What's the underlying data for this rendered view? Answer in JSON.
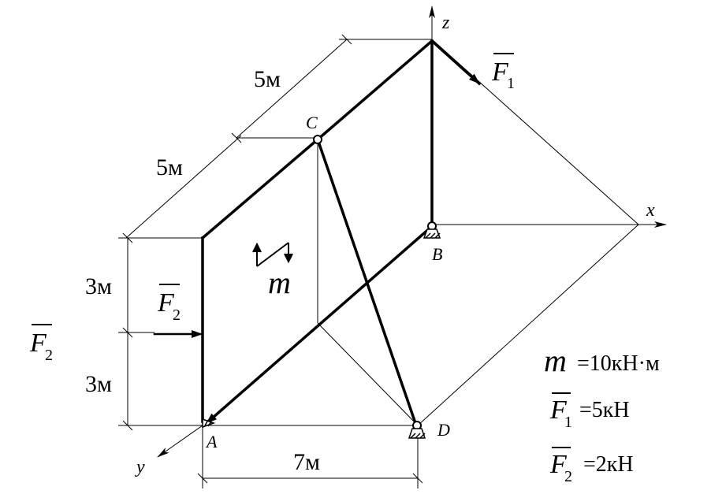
{
  "dimensions": {
    "top_length": "5м",
    "diagonal_length": "5м",
    "upper_height": "3м",
    "lower_height": "3м",
    "bottom_length": "7м"
  },
  "points": {
    "C": "C",
    "B": "B",
    "A": "A",
    "D": "D"
  },
  "axes": {
    "z": "z",
    "x": "x",
    "y": "y"
  },
  "forces": {
    "F1_symbol": "F",
    "F1_subscript": "1",
    "F2_symbol": "F",
    "F2_subscript": "2",
    "F2_side_symbol": "F",
    "F2_side_subscript": "2",
    "moment_symbol": "m"
  },
  "given": {
    "m_symbol": "m",
    "m_value": "=10кН·м",
    "F1_symbol": "F",
    "F1_subscript": "1",
    "F1_value": "=5кН",
    "F2_symbol": "F",
    "F2_subscript": "2",
    "F2_value": "=2кН"
  }
}
